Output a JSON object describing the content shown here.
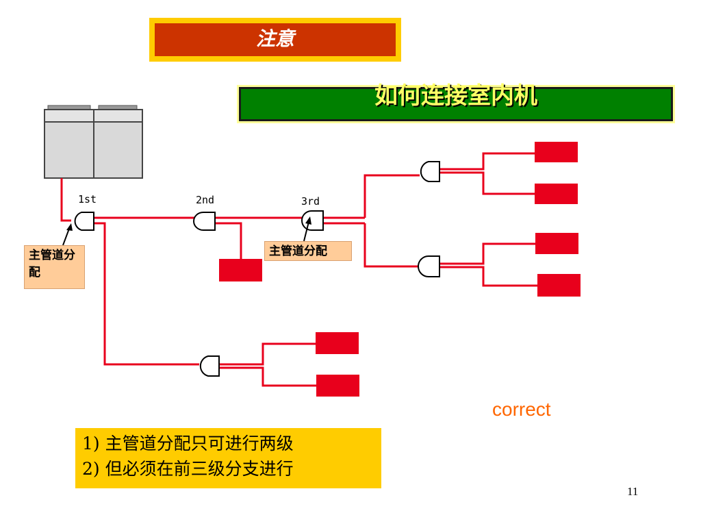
{
  "title": "注意",
  "subtitle": "如何连接室内机",
  "tiers": {
    "first": "1st",
    "second": "2nd",
    "third": "3rd"
  },
  "callouts": {
    "left": "主管道分配",
    "right": "主管道分配"
  },
  "status": "correct",
  "rules": [
    "1) 主管道分配只可进行两级",
    "2) 但必须在前三级分支进行"
  ],
  "page_number": "11",
  "colors": {
    "pipe": "#e8001c",
    "indoor_unit": "#e8001c",
    "title_bg": "#cc3300",
    "subtitle_bg": "#008000",
    "callout_bg": "#ffcc99",
    "rules_bg": "#ffcc00",
    "correct_text": "#ff6600"
  },
  "icons": {
    "outdoor_unit": "outdoor-unit-icon",
    "branch": "branch-joint-icon",
    "indoor_unit": "indoor-unit-icon"
  }
}
